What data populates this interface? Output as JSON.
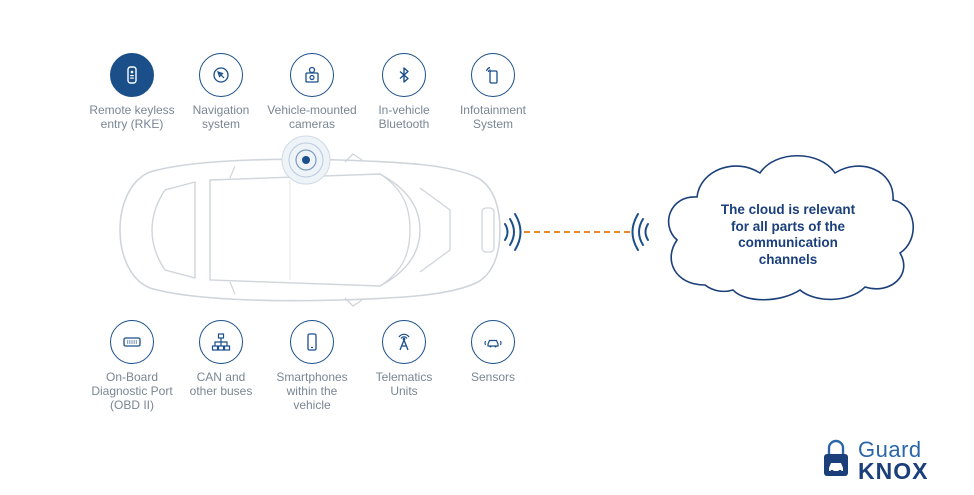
{
  "top_items": [
    {
      "label": "Remote keyless\nentry (RKE)",
      "icon": "key-fob-icon"
    },
    {
      "label": "Navigation\nsystem",
      "icon": "compass-icon"
    },
    {
      "label": "Vehicle-mounted\ncameras",
      "icon": "camera-icon"
    },
    {
      "label": "In-vehicle\nBluetooth",
      "icon": "bluetooth-icon"
    },
    {
      "label": "Infotainment\nSystem",
      "icon": "phone-signal-icon"
    }
  ],
  "bottom_items": [
    {
      "label": "On-Board\nDiagnostic Port\n(OBD II)",
      "icon": "obd-port-icon"
    },
    {
      "label": "CAN and\nother buses",
      "icon": "network-icon"
    },
    {
      "label": "Smartphones\nwithin the\nvehicle",
      "icon": "smartphone-icon"
    },
    {
      "label": "Telematics\nUnits",
      "icon": "antenna-icon"
    },
    {
      "label": "Sensors",
      "icon": "car-sensor-icon"
    }
  ],
  "cloud": {
    "text": "The cloud is relevant\nfor all parts of the\ncommunication\nchannels"
  },
  "logo": {
    "line1": "Guard",
    "line2": "KNOX"
  },
  "colors": {
    "accent": "#1a4f8a",
    "label": "#7a8694",
    "dash": "#e8892b"
  }
}
